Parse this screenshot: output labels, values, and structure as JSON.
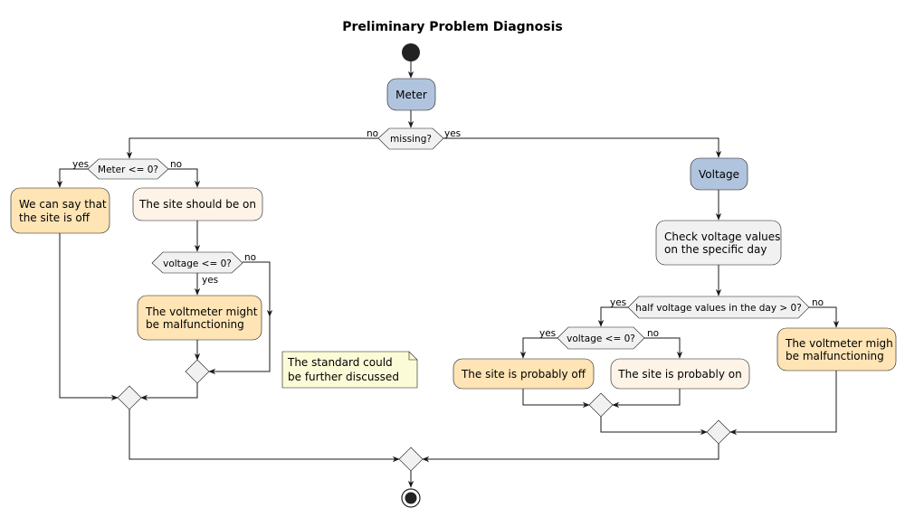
{
  "title": "Preliminary Problem Diagnosis",
  "colors": {
    "blue_node": "#b0c4de",
    "orange_node": "#ffe4b5",
    "light_orange_node": "#fdf3e7",
    "grey_node": "#f1f1f1",
    "note": "#fbfbd7",
    "line": "#181818"
  },
  "nodes": {
    "meter": "Meter",
    "voltage": "Voltage",
    "site_off_line1": "We can say that",
    "site_off_line2": "the site is off",
    "site_on": "The site should be on",
    "voltmeter_left_line1": "The voltmeter might",
    "voltmeter_left_line2": "be malfunctioning",
    "check_line1": "Check voltage values",
    "check_line2": "on the specific day",
    "probably_off": "The site is probably off",
    "probably_on": "The site is probably on",
    "voltmeter_right_line1": "The voltmeter migh",
    "voltmeter_right_line2": "be malfunctioning"
  },
  "conditions": {
    "missing": "missing?",
    "meter_le_0": "Meter <= 0?",
    "voltage_le_0_left": "voltage <= 0?",
    "half_voltage": "half voltage values in the day > 0?",
    "voltage_le_0_right": "voltage <= 0?"
  },
  "branch_labels": {
    "yes": "yes",
    "no": "no"
  },
  "note": {
    "line1": "The standard could",
    "line2": "be further discussed"
  }
}
